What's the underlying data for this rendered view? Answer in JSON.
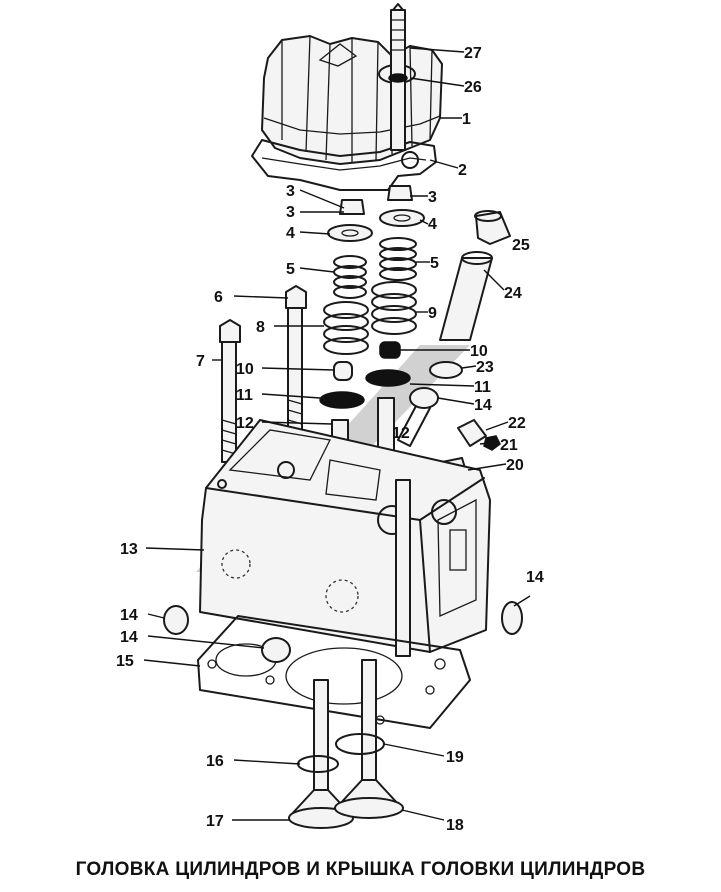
{
  "caption": "ГОЛОВКА ЦИЛИНДРОВ И КРЫШКА ГОЛОВКИ ЦИЛИНДРОВ",
  "callouts": [
    "1",
    "2",
    "3",
    "3",
    "3",
    "4",
    "4",
    "5",
    "5",
    "6",
    "7",
    "8",
    "9",
    "10",
    "10",
    "11",
    "11",
    "12",
    "12",
    "13",
    "14",
    "14",
    "14",
    "14",
    "15",
    "16",
    "17",
    "18",
    "19",
    "20",
    "21",
    "22",
    "23",
    "24",
    "25",
    "26",
    "27"
  ]
}
